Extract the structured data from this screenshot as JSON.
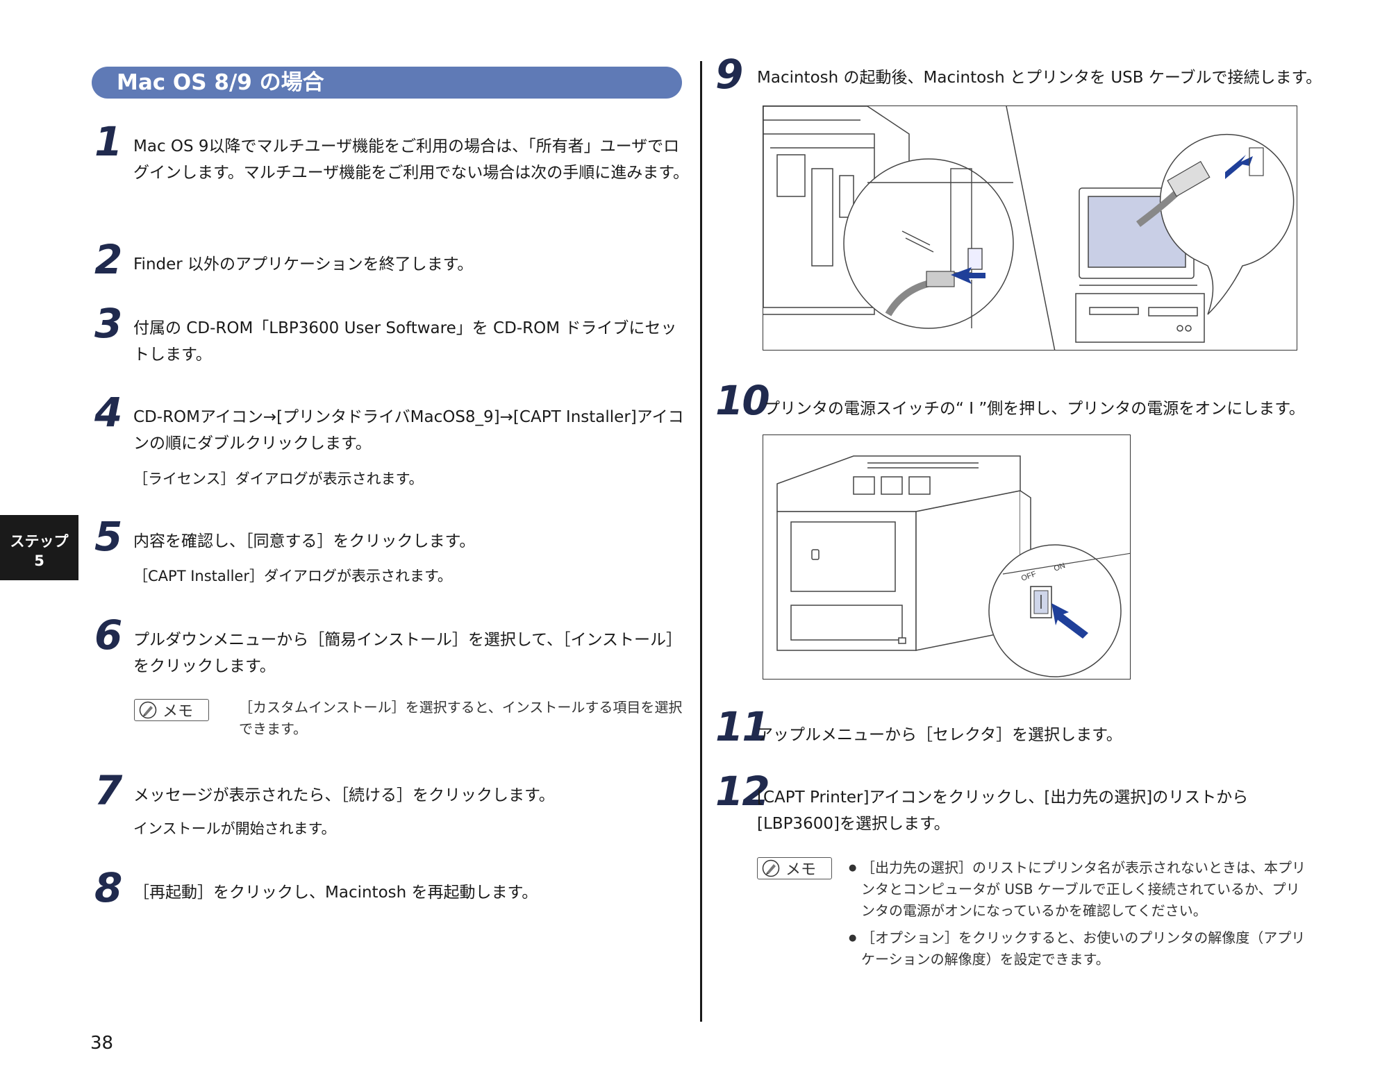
{
  "section_title": "Mac OS 8/9 の場合",
  "side_tab": {
    "line1": "ステップ",
    "line2": "5"
  },
  "page_number": "38",
  "steps": [
    {
      "num": "1",
      "text": "Mac OS 9以降でマルチユーザ機能をご利用の場合は、「所有者」ユーザでログインします。マルチユーザ機能をご利用でない場合は次の手順に進みます。"
    },
    {
      "num": "2",
      "text": "Finder 以外のアプリケーションを終了します。"
    },
    {
      "num": "3",
      "text": "付属の CD-ROM「LBP3600 User Software」を CD-ROM ドライブにセットします。"
    },
    {
      "num": "4",
      "text": "CD-ROMアイコン→[プリンタドライバMacOS8_9]→[CAPT Installer]アイコンの順にダブルクリックします。",
      "sub": "［ライセンス］ダイアログが表示されます。"
    },
    {
      "num": "5",
      "text": "内容を確認し、［同意する］をクリックします。",
      "sub": "［CAPT Installer］ダイアログが表示されます。"
    },
    {
      "num": "6",
      "text": "プルダウンメニューから［簡易インストール］を選択して、［インストール］をクリックします。",
      "memo": "［カスタムインストール］を選択すると、インストールする項目を選択できます。"
    },
    {
      "num": "7",
      "text": "メッセージが表示されたら、［続ける］をクリックします。",
      "sub": "インストールが開始されます。"
    },
    {
      "num": "8",
      "text": "［再起動］をクリックし、Macintosh を再起動します。"
    },
    {
      "num": "9",
      "text": "Macintosh の起動後、Macintosh とプリンタを USB ケーブルで接続します。"
    },
    {
      "num": "10",
      "text": "プリンタの電源スイッチの“ I ”側を押し、プリンタの電源をオンにします。"
    },
    {
      "num": "11",
      "text": "アップルメニューから［セレクタ］を選択します。"
    },
    {
      "num": "12",
      "text": "[CAPT Printer]アイコンをクリックし、[出力先の選択]のリストから[LBP3600]を選択します。",
      "memo_bullets": [
        "［出力先の選択］のリストにプリンタ名が表示されないときは、本プリンタとコンピュータが USB ケーブルで正しく接続されているか、プリンタの電源がオンになっているかを確認してください。",
        "［オプション］をクリックすると、お使いのプリンタの解像度（アプリケーションの解像度）を設定できます。"
      ]
    }
  ],
  "memo_label": "メモ",
  "switch_labels": {
    "off": "OFF",
    "on": "ON"
  },
  "colors": {
    "pill": "#5f7ab6",
    "step_num": "#202a4e",
    "usb_arrow": "#1f3f99"
  }
}
